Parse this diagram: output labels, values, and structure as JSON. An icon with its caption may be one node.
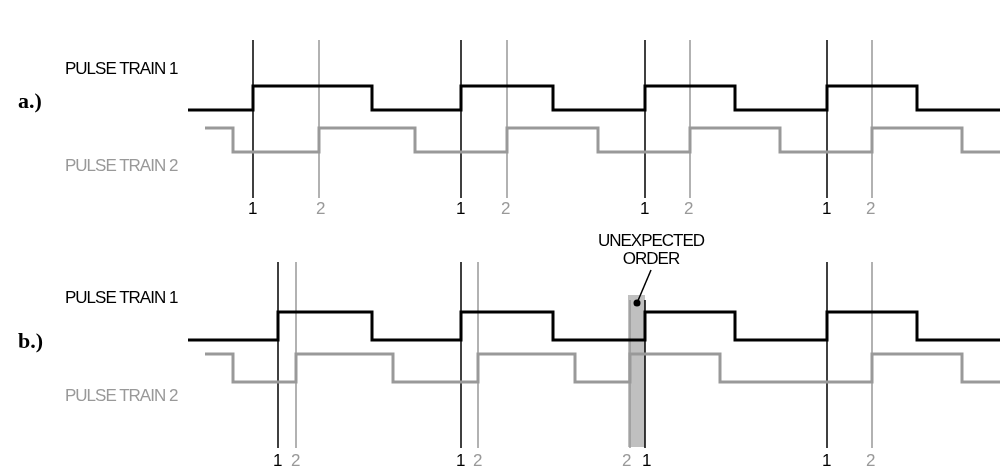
{
  "diagram": {
    "nodes": [
      {
        "text": [
          "UNEXPECTED ORDER"
        ]
      },
      {
        "text": [],
        "shape": "bar"
      }
    ],
    "edges": [
      {
        "from": 0,
        "to": 1,
        "arrow": "other"
      }
    ],
    "labels": [
      "PULSE TRAIN 1",
      "a.)",
      "PULSE TRAIN 2",
      "1",
      "2",
      "1",
      "2",
      "1",
      "2",
      "1",
      "2",
      "PULSE TRAIN 1",
      "b.)",
      "PULSE TRAIN 2",
      "1",
      "2",
      "1",
      "2",
      "2",
      "1",
      "1",
      "2"
    ]
  }
}
